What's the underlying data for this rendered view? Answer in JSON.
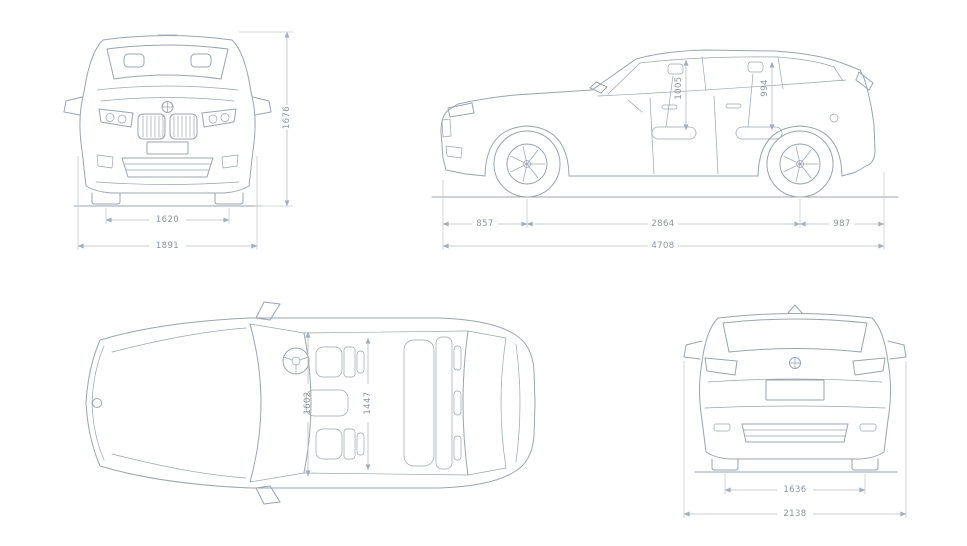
{
  "meta": {
    "line_color": "#9aa4af",
    "dim_line_color": "#b6bdc5",
    "dim_text_color": "#8b94a0",
    "background": "#ffffff"
  },
  "views": {
    "front": {
      "label": "front-view",
      "track_width": "1620",
      "overall_width": "1891",
      "height": "1676"
    },
    "side": {
      "label": "side-view",
      "front_overhang": "857",
      "wheelbase": "2864",
      "rear_overhang": "987",
      "overall_length": "4708",
      "front_headroom": "1005",
      "rear_headroom": "994"
    },
    "top": {
      "label": "top-view",
      "front_interior_width": "1602",
      "rear_interior_width": "1447"
    },
    "rear": {
      "label": "rear-view",
      "track_width": "1636",
      "overall_width_incl_mirrors": "2138"
    }
  }
}
